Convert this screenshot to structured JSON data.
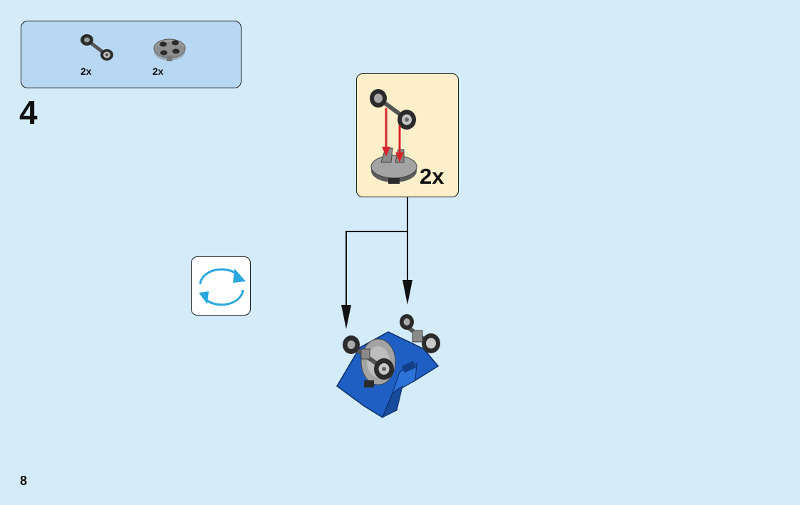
{
  "parts_list": {
    "items": [
      {
        "name": "axle-with-wheels",
        "count": "2x"
      },
      {
        "name": "round-plate-with-clips",
        "count": "2x"
      }
    ]
  },
  "step": {
    "number": "4"
  },
  "subassembly": {
    "multiplier": "2x"
  },
  "rotate": {
    "icon": "rotate-arrows-icon",
    "color": "#2aa7dd"
  },
  "page": {
    "number": "8"
  },
  "colors": {
    "background": "#d4ebfa",
    "parts_box": "#b8d7f2",
    "subassembly_box": "#fcefc9",
    "brick_blue": "#1f5fc4",
    "arrow_red": "#d6262b"
  }
}
